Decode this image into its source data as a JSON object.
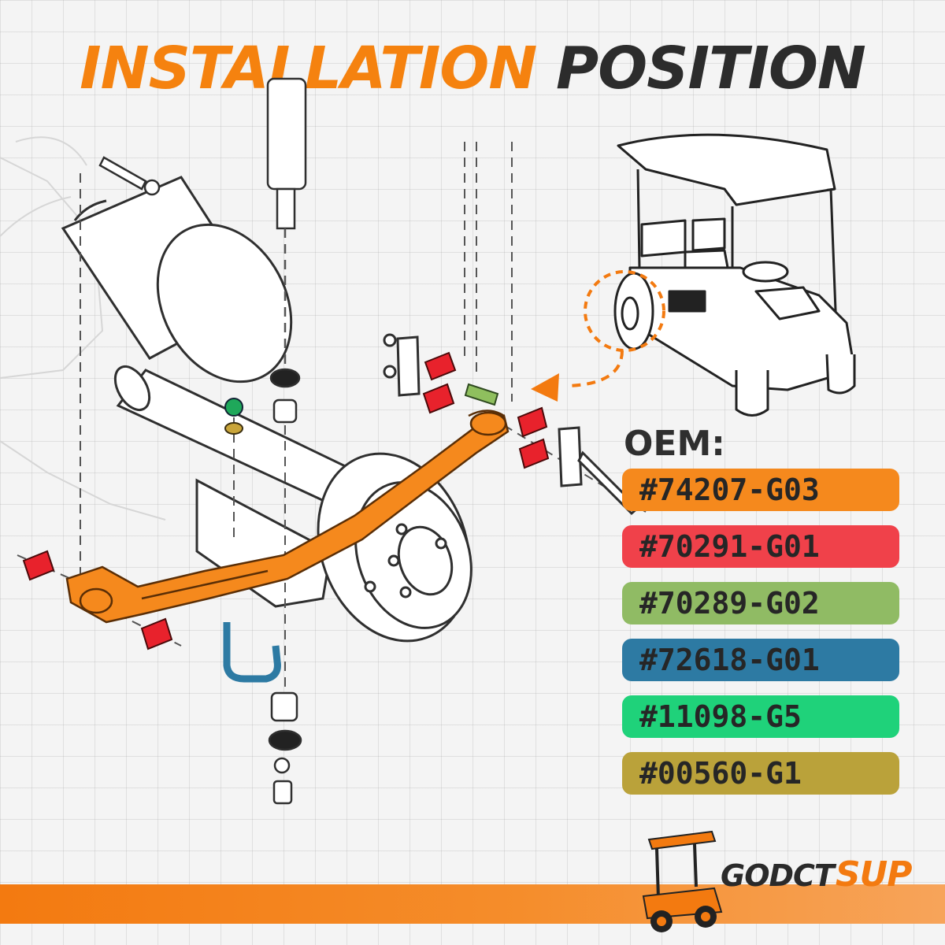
{
  "title": {
    "word1": "INSTALLATION",
    "word2": "POSITION"
  },
  "oem": {
    "label": "OEM:",
    "parts": [
      {
        "code": "#74207-G03",
        "color": "#f5891d"
      },
      {
        "code": "#70291-G01",
        "color": "#f0414a"
      },
      {
        "code": "#70289-G02",
        "color": "#90bb64"
      },
      {
        "code": "#72618-G01",
        "color": "#2d7aa3"
      },
      {
        "code": "#11098-G5",
        "color": "#1fd27a"
      },
      {
        "code": "#00560-G1",
        "color": "#baa23a"
      }
    ]
  },
  "brand": {
    "name": "GODCT",
    "suffix": "SUP"
  },
  "colors": {
    "accent": "#f37a10",
    "text_dark": "#2c2c2c"
  }
}
